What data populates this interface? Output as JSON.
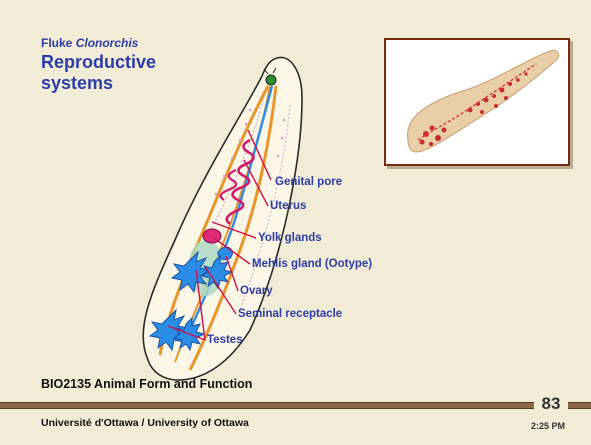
{
  "title": {
    "line1_prefix": "Fluke",
    "line1_genus": "Clonorchis",
    "main": "Reproductive systems"
  },
  "labels": {
    "genital_pore": "Genital pore",
    "uterus": "Uterus",
    "yolk_glands": "Yolk glands",
    "mehlis_gland": "Mehlis gland (Ootype)",
    "ovary": "Ovary",
    "seminal_receptacle": "Seminal receptacle",
    "testes": "Testes"
  },
  "footer": {
    "course": "BIO2135 Animal Form and Function",
    "university": "Université d'Ottawa / University of Ottawa",
    "page_number": "83",
    "time": "2:25 PM"
  },
  "colors": {
    "background": "#f2ecd6",
    "title_text": "#2b3ea8",
    "pointer": "#d0104a",
    "yolk_duct": "#e8962a",
    "testes": "#2a8ee8",
    "uterus": "#d01870",
    "photo_frame": "#7a2a10"
  }
}
